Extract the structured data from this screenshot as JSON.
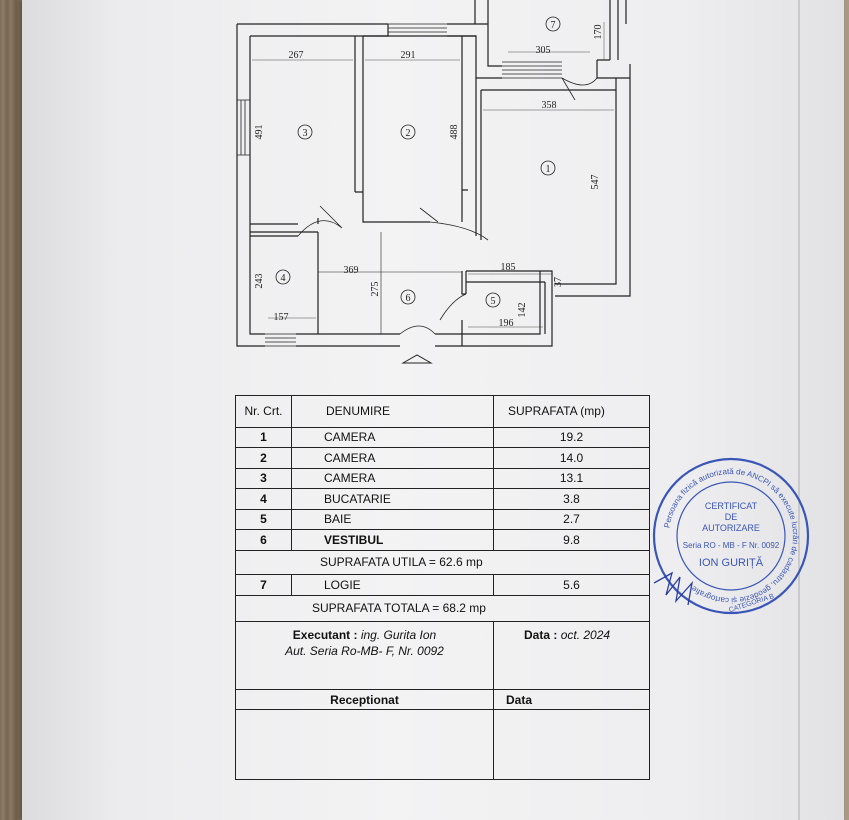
{
  "plan": {
    "dimensions": {
      "d267": "267",
      "d291": "291",
      "d305": "305",
      "d170": "170",
      "d358": "358",
      "d491": "491",
      "d488": "488",
      "d547": "547",
      "d243": "243",
      "d369": "369",
      "d275": "275",
      "d185": "185",
      "d37": "37",
      "d157": "157",
      "d196": "196",
      "d142": "142"
    },
    "rooms": {
      "r1": "1",
      "r2": "2",
      "r3": "3",
      "r4": "4",
      "r5": "5",
      "r6": "6",
      "r7": "7"
    }
  },
  "table": {
    "headers": {
      "nr": "Nr. Crt.",
      "name": "DENUMIRE",
      "area": "SUPRAFATA (mp)"
    },
    "rows": [
      {
        "nr": "1",
        "name": "CAMERA",
        "area": "19.2"
      },
      {
        "nr": "2",
        "name": "CAMERA",
        "area": "14.0"
      },
      {
        "nr": "3",
        "name": "CAMERA",
        "area": "13.1"
      },
      {
        "nr": "4",
        "name": "BUCATARIE",
        "area": "3.8"
      },
      {
        "nr": "5",
        "name": "BAIE",
        "area": "2.7"
      },
      {
        "nr": "6",
        "name": "VESTIBUL",
        "area": "9.8"
      }
    ],
    "useful_area": "SUPRAFATA UTILA = 62.6 mp",
    "row7": {
      "nr": "7",
      "name": "LOGIE",
      "area": "5.6"
    },
    "total_area": "SUPRAFATA TOTALA = 68.2 mp",
    "executant_label": "Executant :",
    "executant_value": "ing. Gurita Ion",
    "authorization": "Aut.  Seria Ro-MB- F, Nr. 0092",
    "date_label": "Data :",
    "date_value": "oct. 2024",
    "received_label": "Receptionat",
    "data_label2": "Data"
  },
  "stamp": {
    "ring_text": "Persoana fizică autorizată de ANCPI să execute lucrări de cadastru, geodezie și cartografie",
    "title1": "CERTIFICAT",
    "title2": "DE",
    "title3": "AUTORIZARE",
    "series": "Seria RO - MB - F Nr. 0092",
    "name": "ION GURIȚĂ",
    "category": "CATEGORIA B",
    "color": "#3a55b8"
  }
}
